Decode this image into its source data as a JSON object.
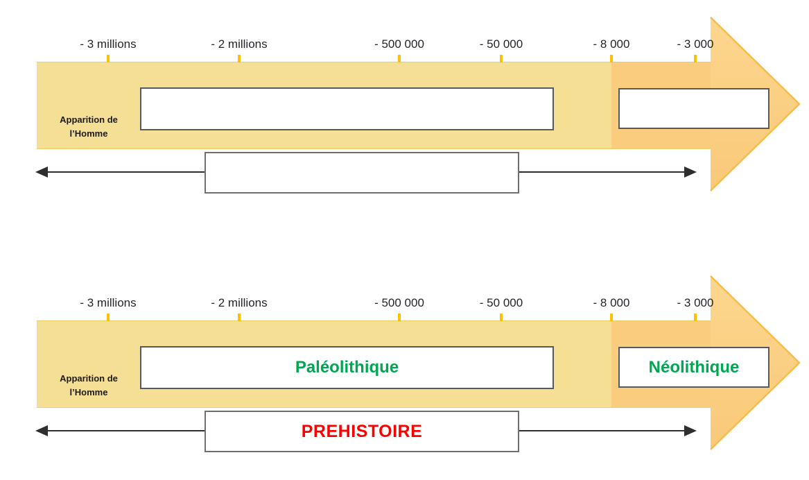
{
  "ticks": [
    {
      "label": "- 3 millions"
    },
    {
      "label": "- 2 millions"
    },
    {
      "label": "- 500 000"
    },
    {
      "label": "- 50 000"
    },
    {
      "label": "- 8 000"
    },
    {
      "label": "- 3 000"
    }
  ],
  "apparition": {
    "line1": "Apparition de",
    "line2": "l’Homme"
  },
  "diagrams": [
    {
      "paleolithique": "",
      "neolithique": "",
      "prehistoire": ""
    },
    {
      "paleolithique": "Paléolithique",
      "neolithique": "Néolithique",
      "prehistoire": "PREHISTOIRE"
    }
  ],
  "colors": {
    "band_yellow": "#F5DF94",
    "band_orange": "#FACD7E",
    "arrowhead_fill_top": "#FCD68E",
    "arrowhead_fill_bottom": "#F9C979",
    "arrowhead_stroke": "#F7BC4A",
    "tick": "#FFC000",
    "date_label": "#24242C",
    "era_green": "#00A651",
    "prehistoire_red": "#FF0000",
    "box_border": "#595959",
    "span_arrow": "#2E2E2E"
  }
}
